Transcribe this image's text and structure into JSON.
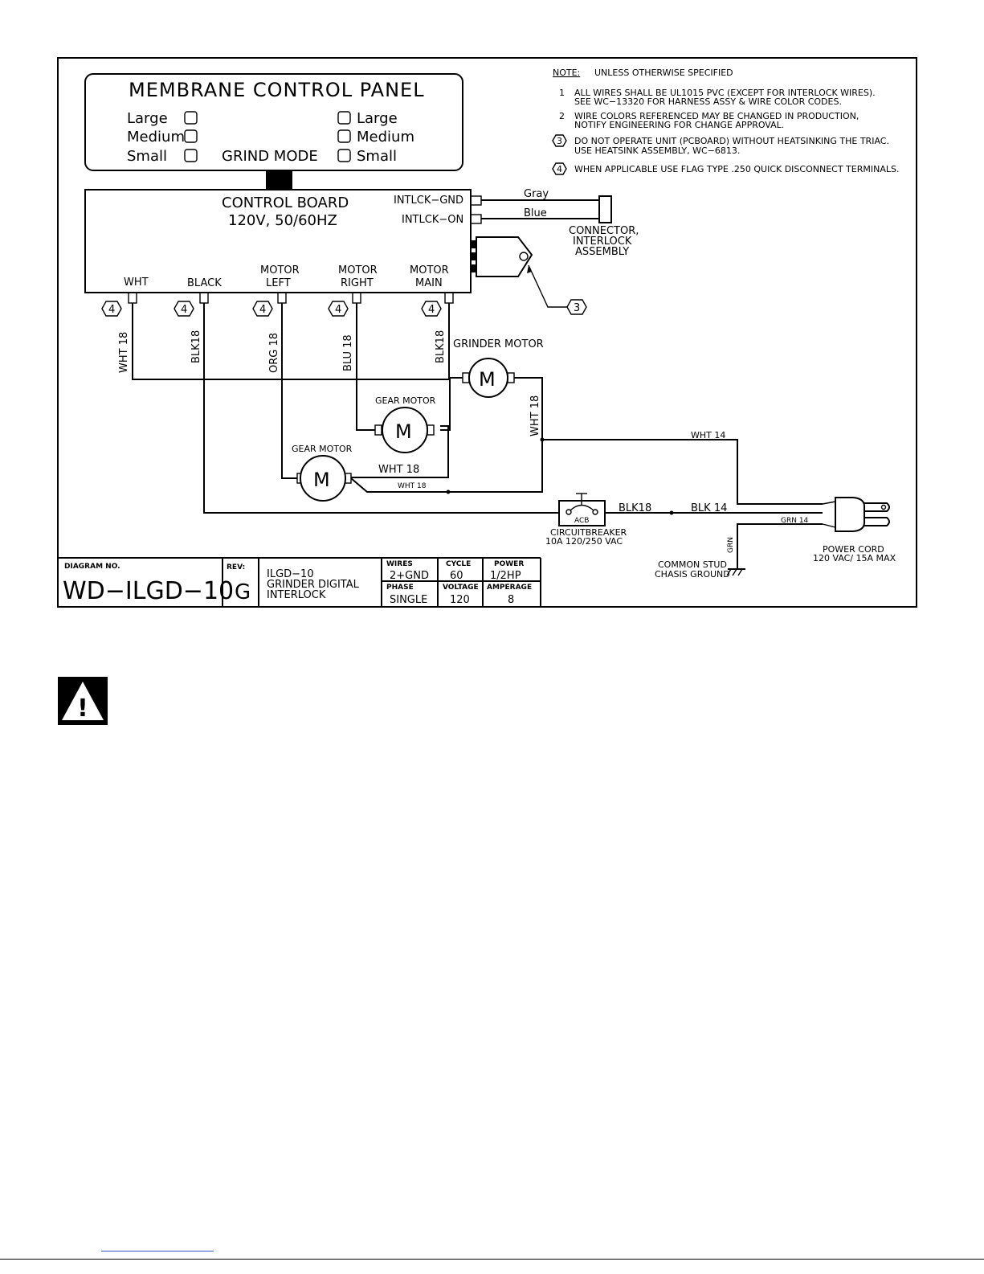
{
  "panel": {
    "title": "MEMBRANE CONTROL PANEL",
    "left_buttons": [
      "Large",
      "Medium",
      "Small"
    ],
    "right_buttons": [
      "Large",
      "Medium",
      "Small"
    ],
    "mode_label": "GRIND MODE"
  },
  "board": {
    "title": "CONTROL BOARD",
    "spec": "120V, 50/60HZ",
    "intlck_gnd": "INTLCK−GND",
    "intlck_on": "INTLCK−ON",
    "terminals": [
      "WHT",
      "BLACK",
      "MOTOR",
      "LEFT",
      "MOTOR",
      "RIGHT",
      "MOTOR",
      "MAIN"
    ]
  },
  "flag": "4",
  "triac_flag": "3",
  "interlock": {
    "wire_gray": "Gray",
    "wire_blue": "Blue",
    "label_1": "CONNECTOR,",
    "label_2": "INTERLOCK",
    "label_3": "ASSEMBLY"
  },
  "wires": {
    "wht18": "WHT 18",
    "blk18": "BLK18",
    "org18": "ORG 18",
    "blu18": "BLU 18",
    "grinder_blk18": "BLK18",
    "grinder_wht18": "WHT 18",
    "wht14": "WHT 14",
    "gear_wht18": "WHT 18",
    "gear_wht18_small": "WHT 18",
    "breaker_blk18": "BLK18",
    "blk14": "BLK 14",
    "grn14": "GRN 14",
    "grn": "GRN"
  },
  "motors": {
    "grinder_label": "GRINDER MOTOR",
    "gear1_label": "GEAR MOTOR",
    "gear2_label": "GEAR MOTOR",
    "symbol": "M"
  },
  "breaker": {
    "code": "ACB",
    "label_1": "CIRCUITBREAKER",
    "label_2": "10A 120/250 VAC"
  },
  "ground": {
    "label_1": "COMMON STUD",
    "label_2": "CHASIS GROUND"
  },
  "power_cord": {
    "label_1": "POWER CORD",
    "label_2": "120 VAC/ 15A MAX"
  },
  "notes": {
    "heading": "NOTE:",
    "heading_rest": "UNLESS OTHERWISE SPECIFIED",
    "n1_num": "1",
    "n1_line1": "ALL WIRES SHALL BE UL1015 PVC (EXCEPT FOR INTERLOCK WIRES).",
    "n1_line2": "SEE WC−13320 FOR HARNESS ASSY & WIRE COLOR CODES.",
    "n2_num": "2",
    "n2_line1": "WIRE COLORS REFERENCED MAY BE CHANGED IN PRODUCTION,",
    "n2_line2": "NOTIFY ENGINEERING FOR CHANGE APPROVAL.",
    "n3_num": "3",
    "n3_line1": "DO NOT OPERATE UNIT (PCBOARD) WITHOUT HEATSINKING THE TRIAC.",
    "n3_line2": "USE HEATSINK ASSEMBLY, WC−6813.",
    "n4_num": "4",
    "n4_line1": "WHEN APPLICABLE USE FLAG TYPE .250 QUICK DISCONNECT TERMINALS."
  },
  "title_block": {
    "diagram_no_label": "DIAGRAM NO.",
    "diagram_no": "WD−ILGD−10",
    "rev_label": "REV:",
    "rev": "G",
    "desc_1": "ILGD−10",
    "desc_2": "GRINDER DIGITAL",
    "desc_3": "INTERLOCK",
    "wires_label": "WIRES",
    "wires": "2+GND",
    "cycle_label": "CYCLE",
    "cycle": "60",
    "power_label": "POWER",
    "power": "1/2HP",
    "phase_label": "PHASE",
    "phase": "SINGLE",
    "voltage_label": "VOLTAGE",
    "voltage": "120",
    "amperage_label": "AMPERAGE",
    "amperage": "8"
  },
  "warning_icon": "warning-triangle-icon",
  "warning_glyph": "!"
}
